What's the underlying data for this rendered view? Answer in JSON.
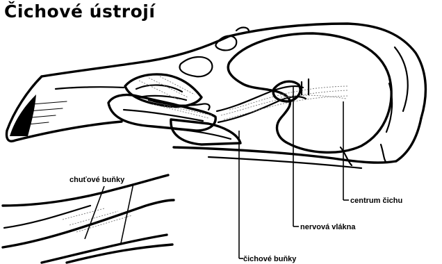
{
  "title": "Čichové ústrojí",
  "labels": {
    "taste_cells": "chuťové buňky",
    "smell_center": "centrum čichu",
    "nerve_fibers": "nervová vlákna",
    "olfactory_cells": "čichové buňky"
  }
}
